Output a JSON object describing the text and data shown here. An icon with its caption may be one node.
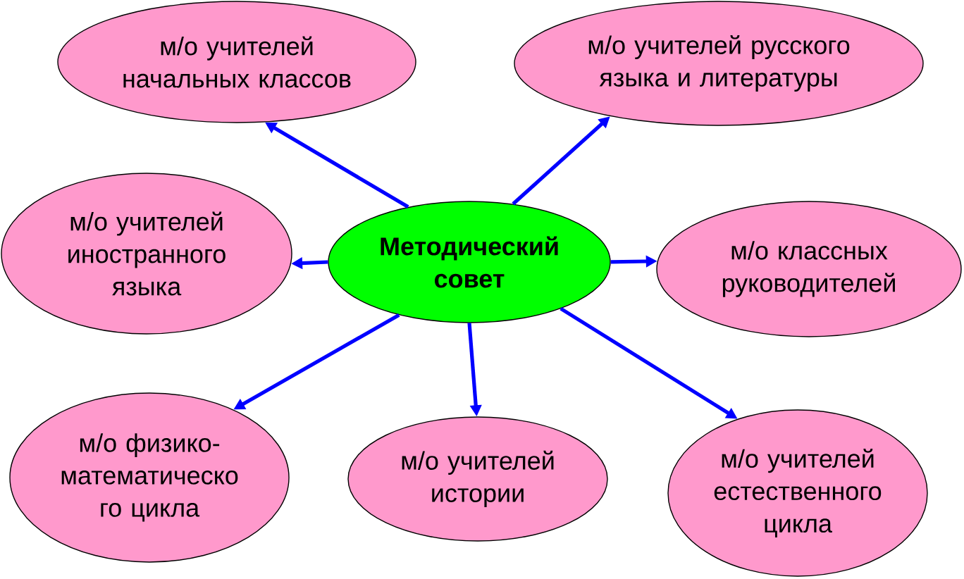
{
  "diagram": {
    "nodes": [
      {
        "text": [
          "м/о учителей начальных классов"
        ]
      },
      {
        "text": [
          "м/о учителей русского языка и литературы"
        ]
      },
      {
        "text": [
          "м/о учителей иностранного языка"
        ]
      },
      {
        "text": [
          "Методический совет"
        ]
      },
      {
        "text": [
          "м/о классных руководителей"
        ]
      },
      {
        "text": [
          "м/о физико- математическо го цикла"
        ]
      },
      {
        "text": [
          "м/о учителей истории"
        ]
      },
      {
        "text": [
          "м/о учителей естественного цикла"
        ]
      }
    ],
    "edges": [
      {
        "from": 3,
        "to": 0,
        "arrow": "to"
      },
      {
        "from": 3,
        "to": 1,
        "arrow": "to"
      },
      {
        "from": 3,
        "to": 2,
        "arrow": "to"
      },
      {
        "from": 3,
        "to": 4,
        "arrow": "to"
      },
      {
        "from": 3,
        "to": 5,
        "arrow": "to"
      },
      {
        "from": 3,
        "to": 6,
        "arrow": "to"
      },
      {
        "from": 3,
        "to": 7,
        "arrow": "to"
      }
    ]
  }
}
